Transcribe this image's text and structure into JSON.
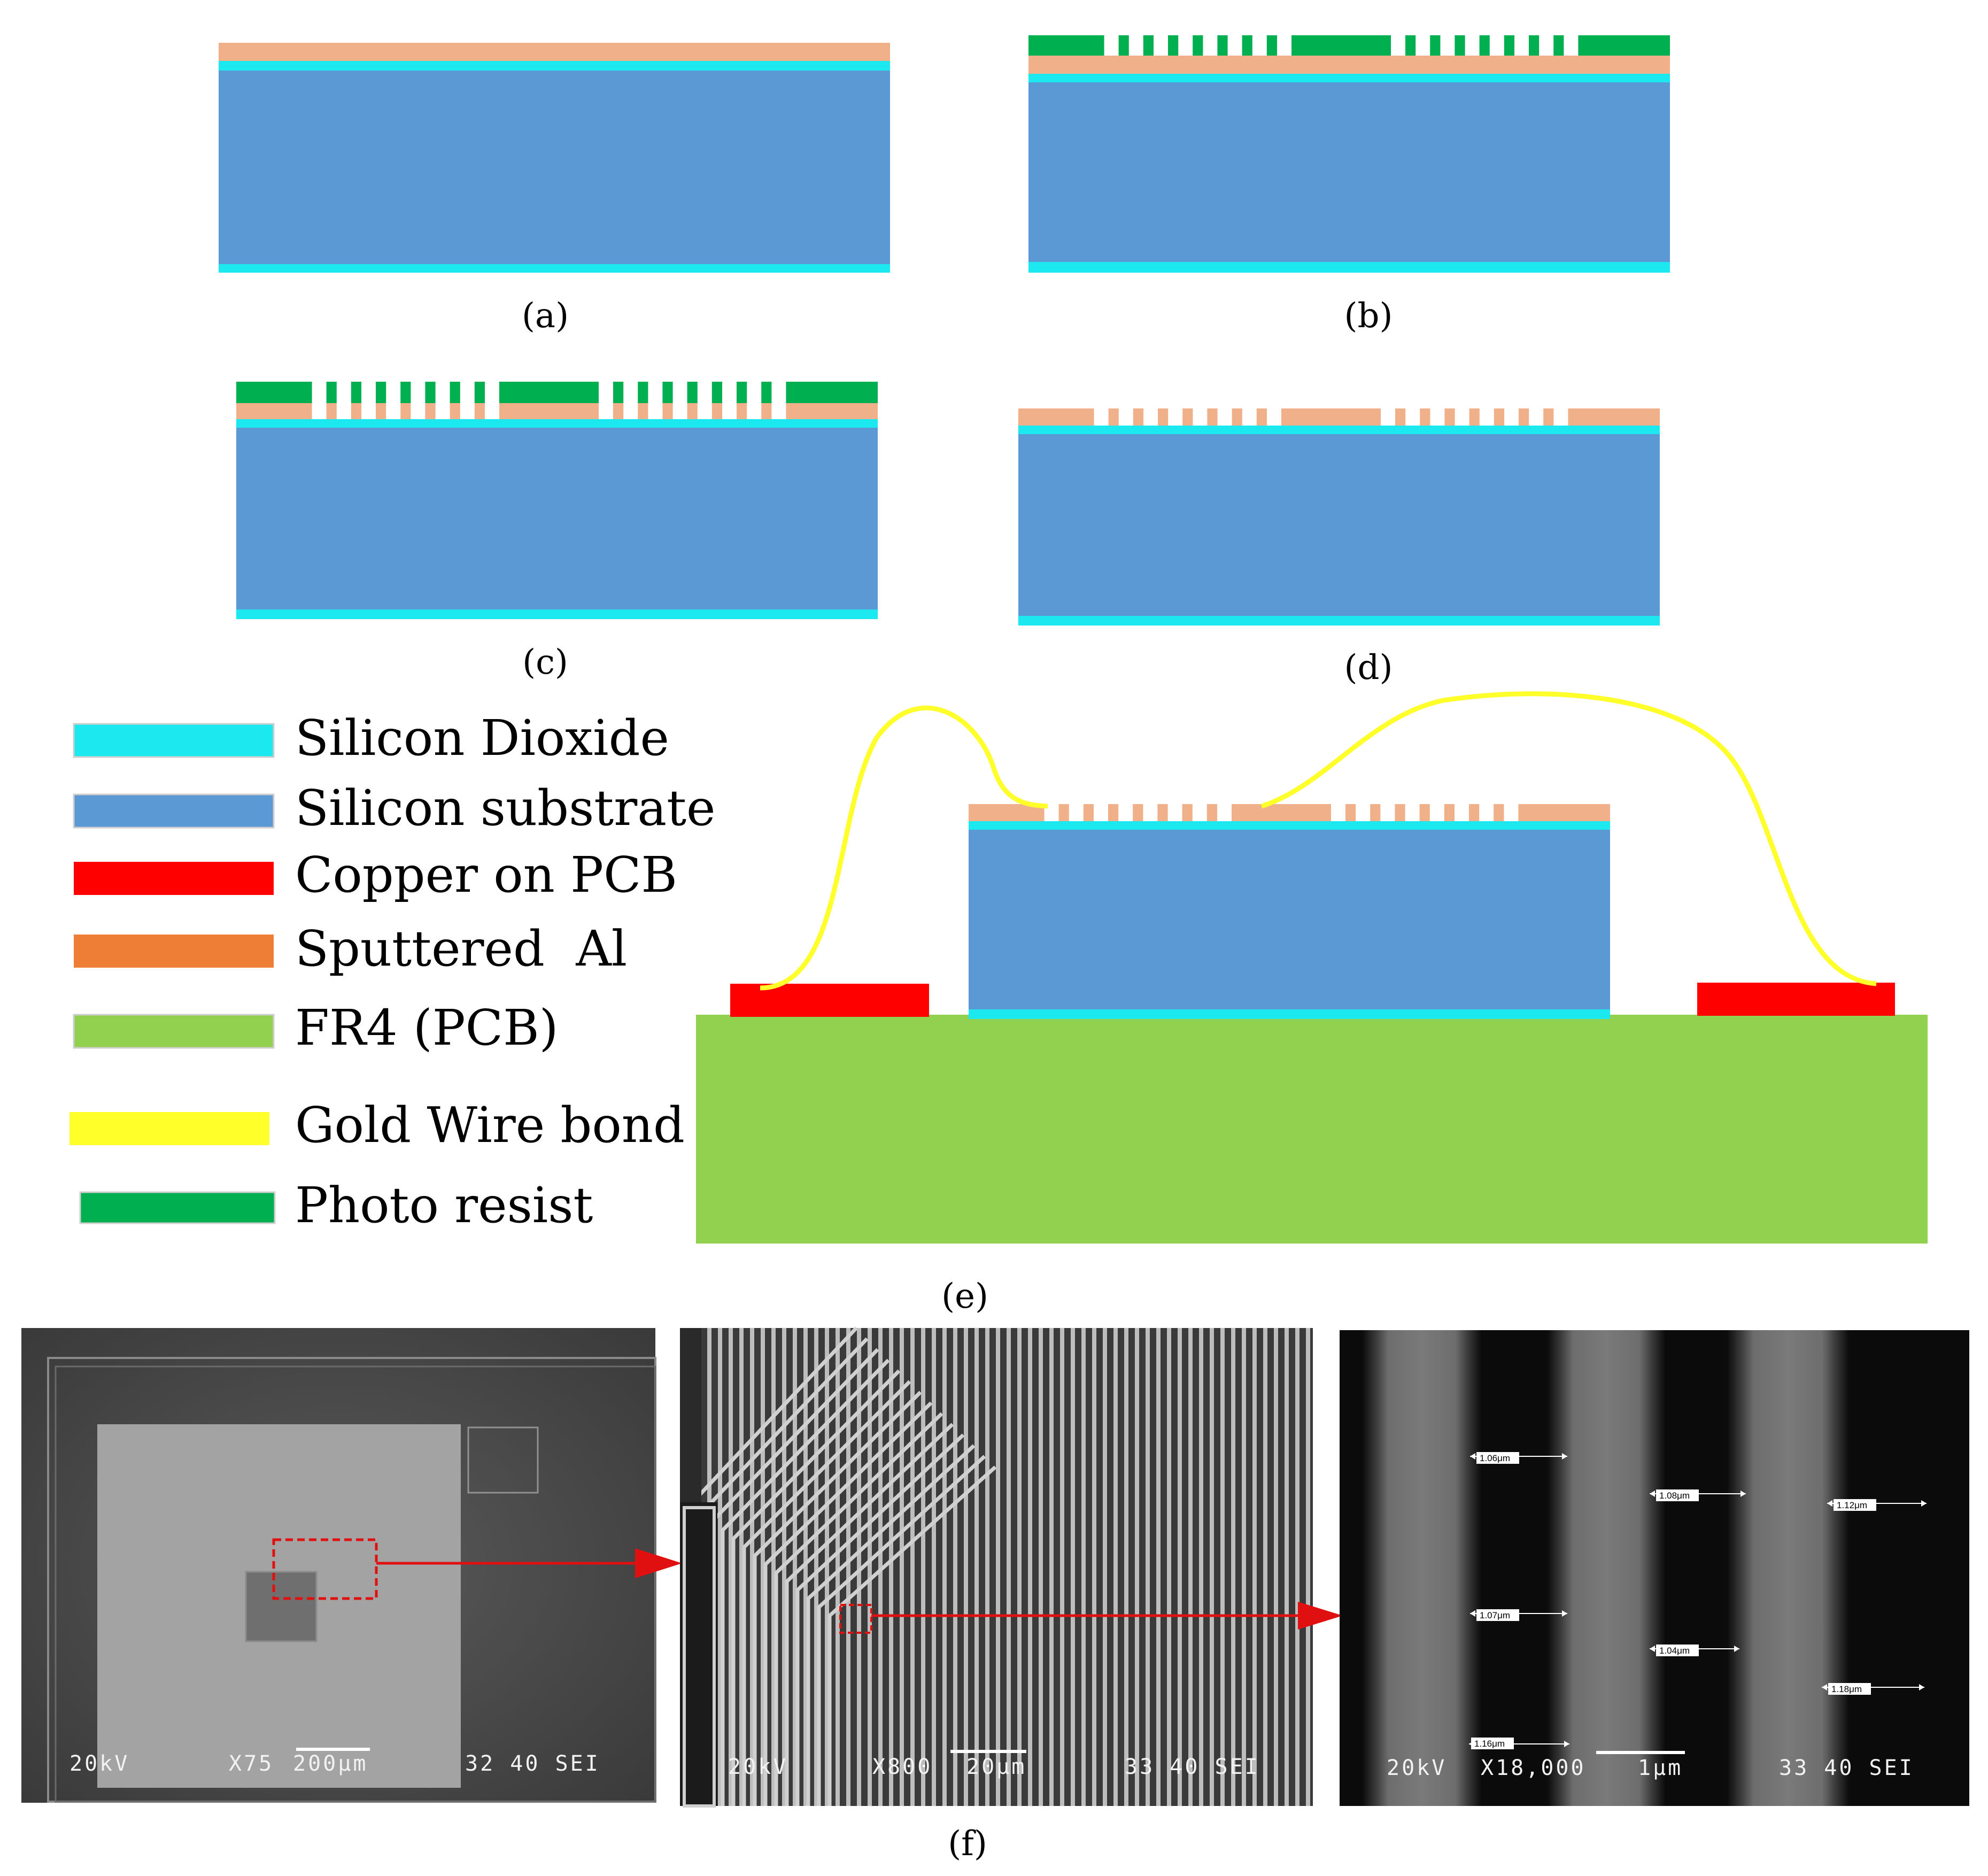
{
  "colors": {
    "silicon_dioxide": "#1ce8f0",
    "silicon_substrate": "#5a99d4",
    "copper_pcb": "#ff0000",
    "sputtered_al": "#f0b08a",
    "sputtered_al_legend": "#ee7e36",
    "fr4": "#92d050",
    "gold_wire": "#ffff2a",
    "photo_resist": "#00b050",
    "arrow": "#e01010"
  },
  "captions": {
    "a": "(a)",
    "b": "(b)",
    "c": "(c)",
    "d": "(d)",
    "e": "(e)",
    "f": "(f)"
  },
  "legend": [
    {
      "label": "Silicon Dioxide",
      "swatch": "silicon_dioxide"
    },
    {
      "label": "Silicon substrate",
      "swatch": "silicon_substrate"
    },
    {
      "label": "Copper on PCB",
      "swatch": "copper_pcb"
    },
    {
      "label": "Sputtered  Al",
      "swatch": "sputtered_al_legend"
    },
    {
      "label": "FR4 (PCB)",
      "swatch": "fr4"
    },
    {
      "label": "Gold Wire bond",
      "swatch": "gold_wire"
    },
    {
      "label": "Photo resist",
      "swatch": "photo_resist"
    }
  ],
  "sem_images": [
    {
      "voltage": "20kV",
      "magnification": "X75",
      "scale": "200μm",
      "info": "32 40 SEI"
    },
    {
      "voltage": "20kV",
      "magnification": "X800",
      "scale": "20μm",
      "info": "33 40 SEI"
    },
    {
      "voltage": "20kV",
      "magnification": "X18,000",
      "scale": "1μm",
      "info": "33 40 SEI"
    }
  ],
  "measurements": [
    "1.06μm",
    "1.08μm",
    "1.12μm",
    "1.07μm",
    "1.04μm",
    "1.18μm",
    "1.16μm"
  ]
}
